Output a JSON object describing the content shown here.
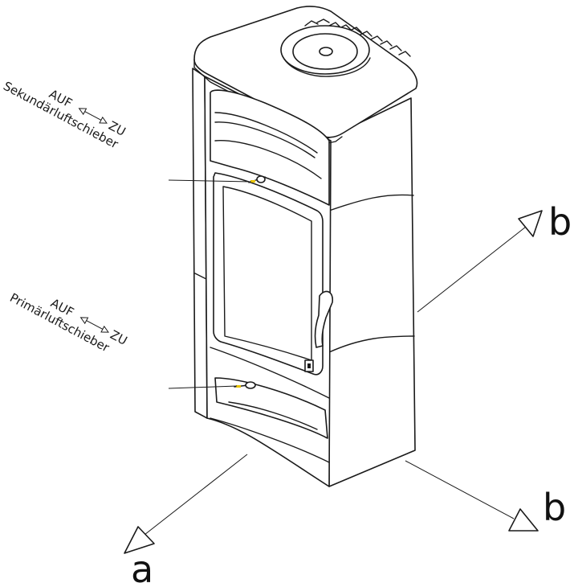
{
  "labels": {
    "secondary": {
      "title": "Sekundärluftschieber",
      "auf": "AUF",
      "zu": "ZU"
    },
    "primary": {
      "title": "Primärluftschieber",
      "auf": "AUF",
      "zu": "ZU"
    }
  },
  "axes": {
    "a": "a",
    "b_upper": "b",
    "b_lower": "b"
  },
  "colors": {
    "line": "#1a1a1a",
    "lever_accent": "#e8c400"
  }
}
